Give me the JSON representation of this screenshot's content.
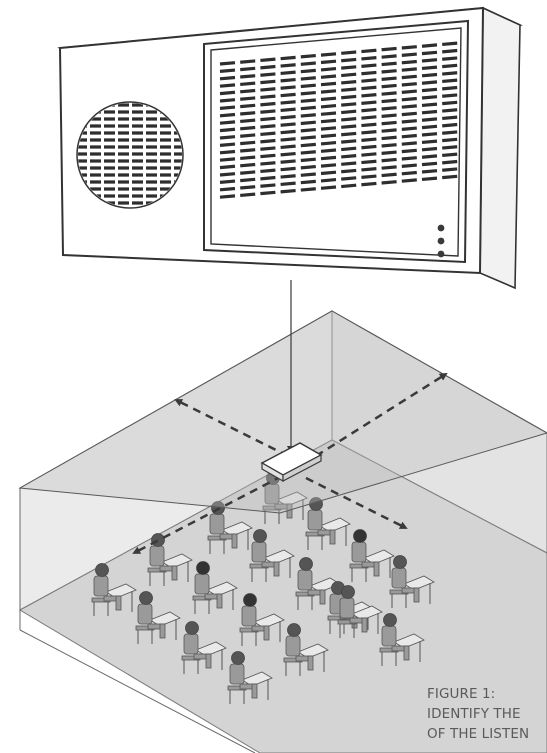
{
  "figure": {
    "caption_lines": [
      "FIGURE 1:",
      "IDENTIFY THE",
      "OF THE LISTEN"
    ]
  },
  "colors": {
    "outline": "#3a3a3a",
    "room_floor": "#d6d6d6",
    "room_wall": "#ececec",
    "room_ceiling": "#cfcfcf",
    "grille": "#2e2e2e",
    "student_body": "#9a9a9a",
    "student_hair": "#555555",
    "desk": "#e9e9e9"
  },
  "icons": {
    "unit": "air-conditioner-icon",
    "device": "ceiling-sensor-icon",
    "student": "seated-student-icon"
  }
}
